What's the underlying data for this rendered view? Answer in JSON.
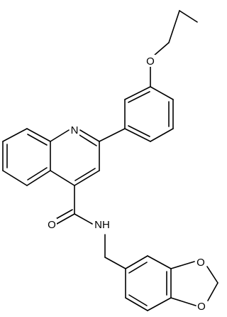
{
  "atoms": {
    "n_quinoline": "N",
    "o_ether": "O",
    "o_carbonyl": "O",
    "n_amide": "NH",
    "o_dioxole_top": "O",
    "o_dioxole_bottom": "O"
  },
  "colors": {
    "bond": "#000000",
    "label": "#000000",
    "background": "#ffffff"
  }
}
